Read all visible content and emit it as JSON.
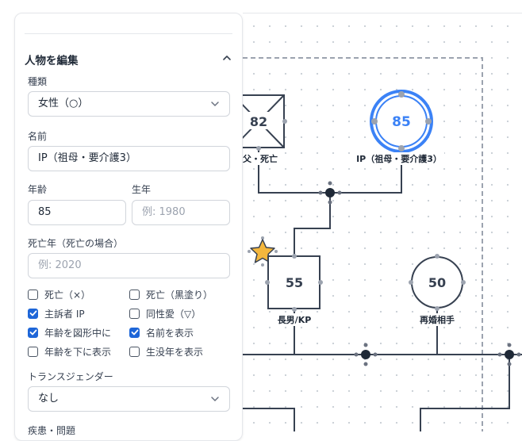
{
  "panel": {
    "section_title": "人物を編集",
    "type_label": "種類",
    "type_value": "女性（○）",
    "name_label": "名前",
    "name_value": "IP（祖母・要介護3）",
    "age_label": "年齢",
    "age_value": "85",
    "birth_label": "生年",
    "birth_placeholder": "例: 1980",
    "death_label": "死亡年（死亡の場合）",
    "death_placeholder": "例: 2020",
    "checkboxes": [
      {
        "label": "死亡（×）",
        "checked": false
      },
      {
        "label": "死亡（黒塗り）",
        "checked": false
      },
      {
        "label": "主訴者 IP",
        "checked": true
      },
      {
        "label": "同性愛（▽）",
        "checked": false
      },
      {
        "label": "年齢を図形中に",
        "checked": true
      },
      {
        "label": "名前を表示",
        "checked": true
      },
      {
        "label": "年齢を下に表示",
        "checked": false
      },
      {
        "label": "生没年を表示",
        "checked": false
      }
    ],
    "trans_label": "トランスジェンダー",
    "trans_value": "なし",
    "next_section_label": "疾患・問題"
  },
  "genogram": {
    "people": [
      {
        "id": "father",
        "age": "82",
        "name": "父・死亡",
        "shape": "square-x"
      },
      {
        "id": "ip",
        "age": "85",
        "name": "IP（祖母・要介護3）",
        "shape": "circle-selected"
      },
      {
        "id": "son",
        "age": "55",
        "name": "長男/KP",
        "shape": "square"
      },
      {
        "id": "remarried",
        "age": "50",
        "name": "再婚相手",
        "shape": "circle"
      }
    ],
    "colors": {
      "line": "#374151",
      "selection": "#3b82f6",
      "star": "#f4b73d",
      "node": "#1f2937"
    }
  }
}
